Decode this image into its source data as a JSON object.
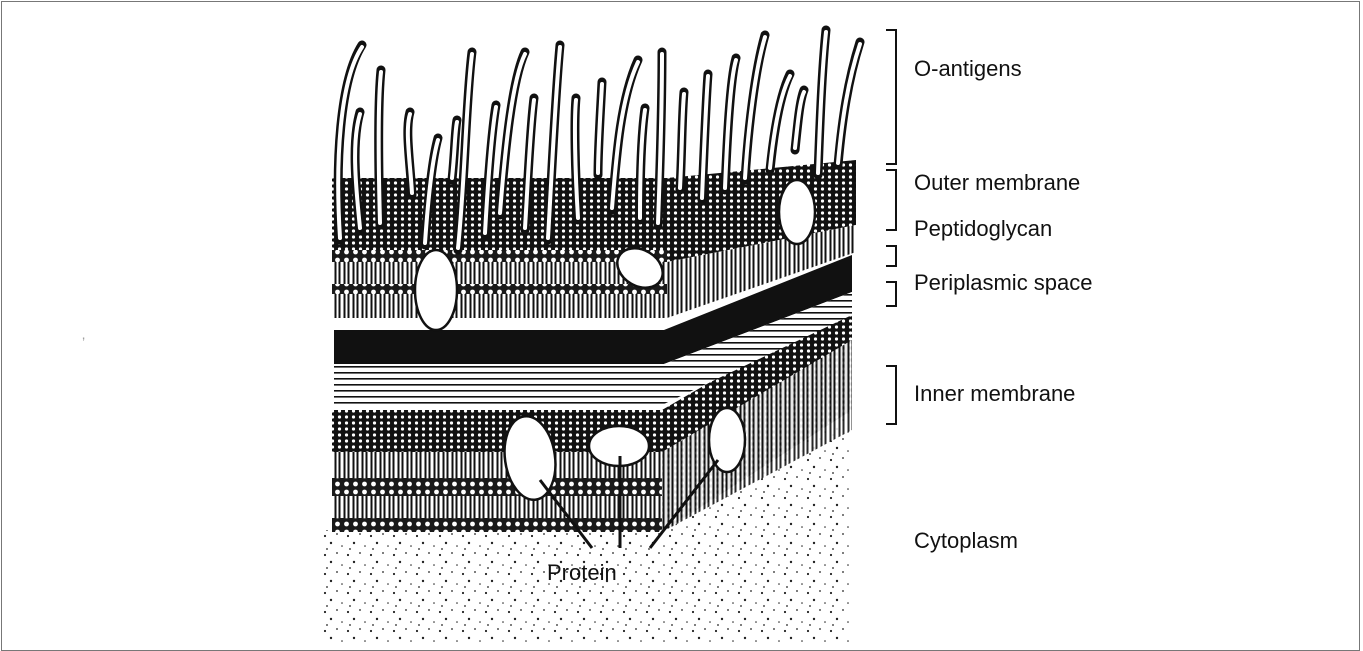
{
  "labels": {
    "o_antigens": "O-antigens",
    "outer_membrane": "Outer membrane",
    "peptidoglycan": "Peptidoglycan",
    "periplasmic_space": "Periplasmic space",
    "inner_membrane": "Inner membrane",
    "cytoplasm": "Cytoplasm",
    "protein": "Protein"
  },
  "stray_mark": "’",
  "colors": {
    "ink": "#111111",
    "background": "#ffffff",
    "frame": "#777777"
  }
}
